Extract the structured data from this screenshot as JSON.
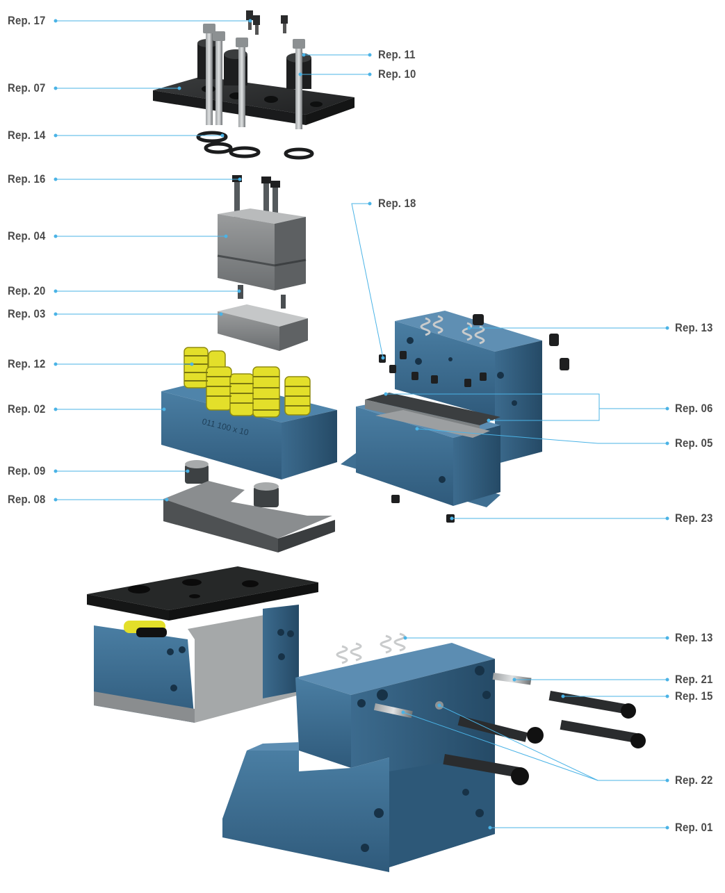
{
  "labels": {
    "rep17": "Rep. 17",
    "rep07": "Rep. 07",
    "rep14": "Rep. 14",
    "rep16": "Rep. 16",
    "rep04": "Rep. 04",
    "rep20": "Rep. 20",
    "rep03": "Rep. 03",
    "rep12": "Rep. 12",
    "rep02": "Rep. 02",
    "rep09": "Rep. 09",
    "rep08": "Rep. 08",
    "rep11": "Rep. 11",
    "rep10": "Rep. 10",
    "rep18": "Rep. 18",
    "rep13a": "Rep. 13",
    "rep06": "Rep. 06",
    "rep05": "Rep. 05",
    "rep23": "Rep. 23",
    "rep13b": "Rep. 13",
    "rep21": "Rep. 21",
    "rep15": "Rep. 15",
    "rep22": "Rep. 22",
    "rep01": "Rep. 01"
  },
  "engraving": {
    "block_text": "011 100 x 10"
  },
  "colors": {
    "leader": "#4ab3e6",
    "label_text": "#4a4a4a",
    "steel_blue": "#3f6f92",
    "black_plate": "#2b2d2e",
    "spring_yellow": "#e6e32a",
    "steel_grey": "#8b8e90"
  }
}
